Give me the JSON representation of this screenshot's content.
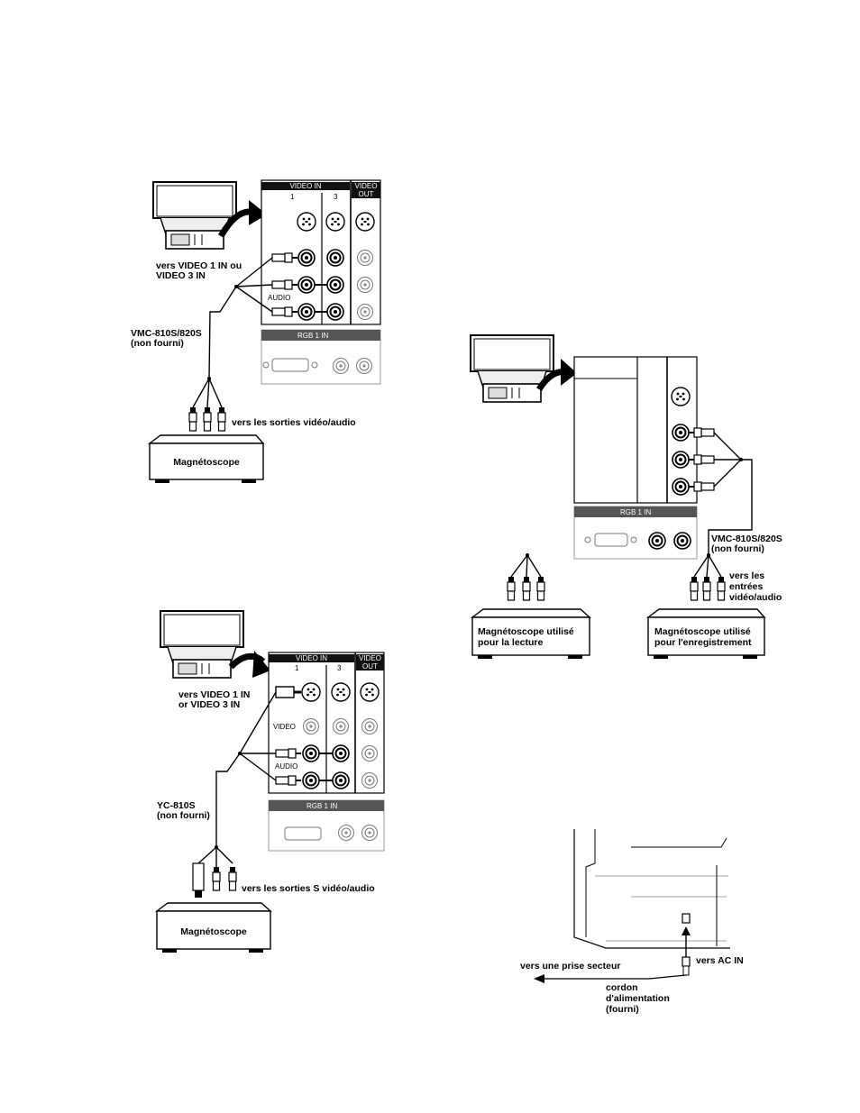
{
  "diagram1": {
    "panel_header_video_in": "VIDEO IN",
    "panel_header_video_out_1": "VIDEO",
    "panel_header_video_out_2": "OUT",
    "col_1": "1",
    "col_3": "3",
    "audio": "AUDIO",
    "rgb": "RGB 1 IN",
    "to_input_1": "vers VIDEO 1 IN ou",
    "to_input_2": "VIDEO 3 IN",
    "cable_1": "VMC-810S/820S",
    "cable_2": "(non fourni)",
    "to_outputs": "vers les sorties vidéo/audio",
    "device": "Magnétoscope"
  },
  "diagram2": {
    "panel_header_video_in": "VIDEO IN",
    "panel_header_video_out_1": "VIDEO",
    "panel_header_video_out_2": "OUT",
    "col_1": "1",
    "col_3": "3",
    "video": "VIDEO",
    "audio": "AUDIO",
    "rgb": "RGB 1 IN",
    "to_input_1": "vers VIDEO 1 IN",
    "to_input_2": "or VIDEO 3 IN",
    "cable_1": "YC-810S",
    "cable_2": "(non fourni)",
    "to_outputs": "vers les sorties S vidéo/audio",
    "device": "Magnétoscope"
  },
  "diagram3": {
    "rgb": "RGB 1 IN",
    "cable_1": "VMC-810S/820S",
    "cable_2": "(non fourni)",
    "to_inputs_1": "vers les",
    "to_inputs_2": "entrées",
    "to_inputs_3": "vidéo/audio",
    "device_play_1": "Magnétoscope utilisé",
    "device_play_2": "pour la lecture",
    "device_rec_1": "Magnétoscope utilisé",
    "device_rec_2": "pour l'enregistrement"
  },
  "diagram4": {
    "to_ac_in": "vers AC IN",
    "to_outlet": "vers une prise secteur",
    "cord_1": "cordon",
    "cord_2": "d'alimentation",
    "cord_3": "(fourni)"
  }
}
